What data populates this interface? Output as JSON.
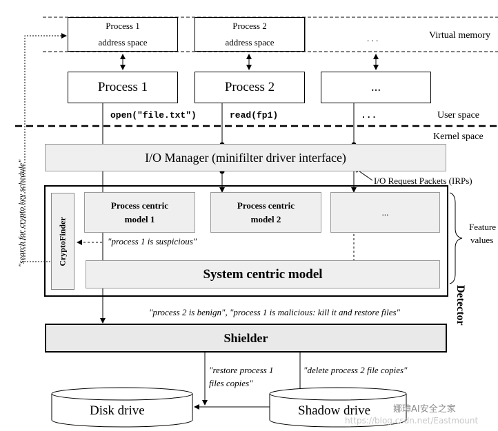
{
  "virtual_memory": {
    "label": "Virtual memory",
    "p1_line1": "Process 1",
    "p1_line2": "address space",
    "p2_line1": "Process 2",
    "p2_line2": "address space",
    "p3": ". . ."
  },
  "processes": {
    "p1": "Process 1",
    "p2": "Process 2",
    "p3": "...",
    "call1": "open(\"file.txt\")",
    "call2": "read(fp1)",
    "call3": "...",
    "user_space": "User space",
    "kernel_space": "Kernel space"
  },
  "io_manager": {
    "label": "I/O Manager (minifilter driver interface)",
    "irp": "I/O Request Packets (IRPs)"
  },
  "detector": {
    "label": "Detector",
    "cryptofinder": "CryptoFinder",
    "pcm1_line1": "Process centric",
    "pcm1_line2": "model 1",
    "pcm2_line1": "Process centric",
    "pcm2_line2": "model 2",
    "pcm3": "...",
    "system_model": "System centric model",
    "suspicious_msg": "\"process 1 is suspicious\"",
    "feature_values_line1": "Feature",
    "feature_values_line2": "values",
    "verdict_msg": "\"process 2 is benign\", \"process 1 is malicious: kill it and restore files\""
  },
  "shielder": {
    "label": "Shielder"
  },
  "storage": {
    "restore_line1": "\"restore process 1",
    "restore_line2": "files copies\"",
    "delete_msg": "\"delete process 2 file copies\"",
    "disk": "Disk drive",
    "shadow": "Shadow drive"
  },
  "side_note": "\"search for crypto key schedule\"",
  "watermark": "https://blog.csdn.net/Eastmount",
  "watermark_brand": "娜璋AI安全之家"
}
